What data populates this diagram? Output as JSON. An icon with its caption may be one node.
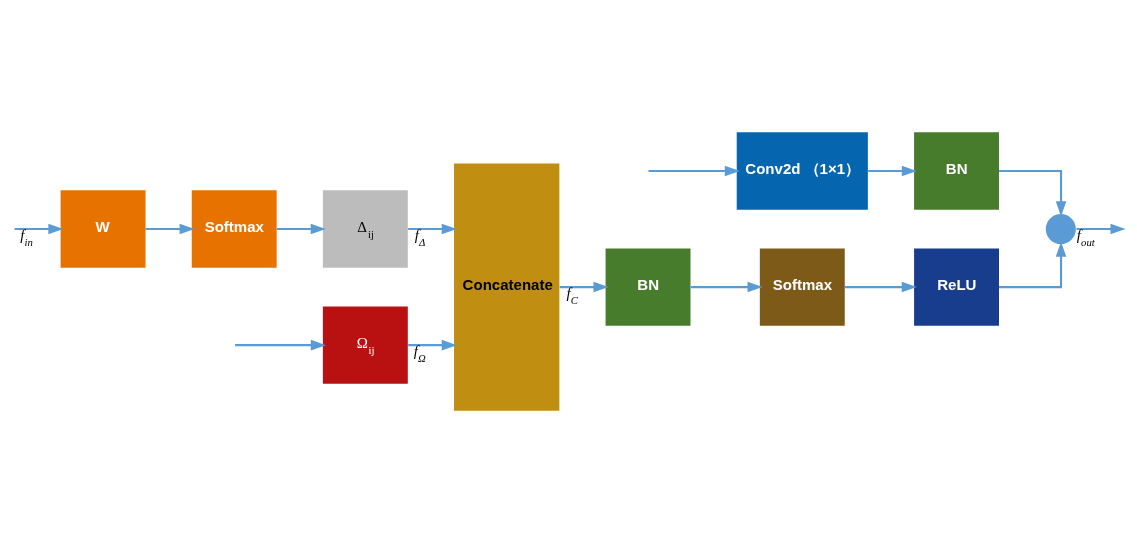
{
  "diagram": {
    "nodes": [
      {
        "text": [
          "Ω$_{ij}$"
        ]
      },
      {
        "text": [
          "W"
        ]
      },
      {
        "text": [
          "Softmax"
        ]
      },
      {
        "text": [
          "Δ$_{ij}$"
        ]
      },
      {
        "text": [
          "Concatenate"
        ]
      },
      {
        "text": [
          "BN"
        ]
      },
      {
        "text": [
          "Softmax"
        ]
      },
      {
        "text": [
          "ReLU"
        ]
      },
      {
        "text": [],
        "shape": "circle"
      },
      {
        "text": [
          "Conv2d （1×1）"
        ]
      },
      {
        "text": [
          "BN"
        ]
      }
    ],
    "edges": [
      {
        "from": null,
        "to": 0,
        "arrow": "to"
      },
      {
        "from": null,
        "to": 1,
        "arrow": "to",
        "label": "f$_{in}$"
      },
      {
        "from": null,
        "to": 9,
        "arrow": "to"
      },
      {
        "from": 1,
        "to": 2,
        "arrow": "to"
      },
      {
        "from": 2,
        "to": 3,
        "arrow": "to"
      },
      {
        "from": 0,
        "to": 4,
        "arrow": "to",
        "label": "f$_{Ω}$"
      },
      {
        "from": 3,
        "to": 4,
        "arrow": "to",
        "label": "f$_{Δ}$"
      },
      {
        "from": 4,
        "to": 5,
        "arrow": "to",
        "label": "f$_{C}$"
      },
      {
        "from": 5,
        "to": 6,
        "arrow": "to"
      },
      {
        "from": 6,
        "to": 7,
        "arrow": "to"
      },
      {
        "from": 7,
        "to": 8,
        "arrow": "to"
      },
      {
        "from": 9,
        "to": 10,
        "arrow": "to"
      },
      {
        "from": 10,
        "to": 8,
        "arrow": "to"
      },
      {
        "from": 8,
        "to": null,
        "arrow": "to",
        "label": "f$_{out}$"
      }
    ]
  }
}
